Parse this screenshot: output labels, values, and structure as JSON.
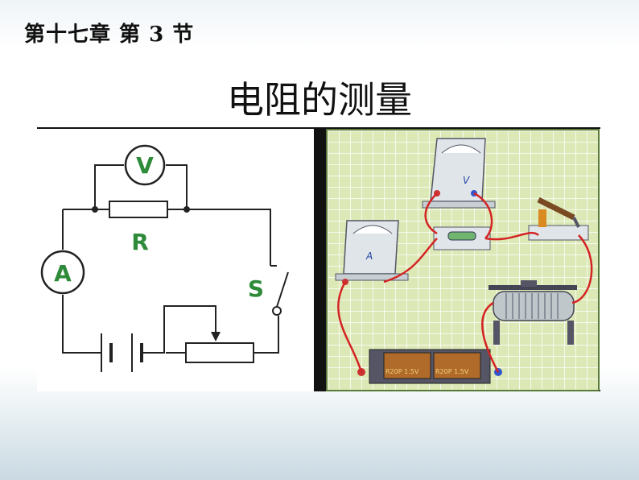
{
  "header": {
    "chapter": "第十七章  第 3 节"
  },
  "slide": {
    "title": "电阻的测量"
  },
  "schematic": {
    "voltmeter_label": "V",
    "ammeter_label": "A",
    "resistor_label": "R",
    "switch_label": "S",
    "accent_color": "#2e8b3a"
  },
  "apparatus": {
    "voltmeter_label": "V",
    "ammeter_label": "A",
    "battery_label_1": "R20P 1.5V",
    "battery_label_2": "R20P 1.5V"
  }
}
